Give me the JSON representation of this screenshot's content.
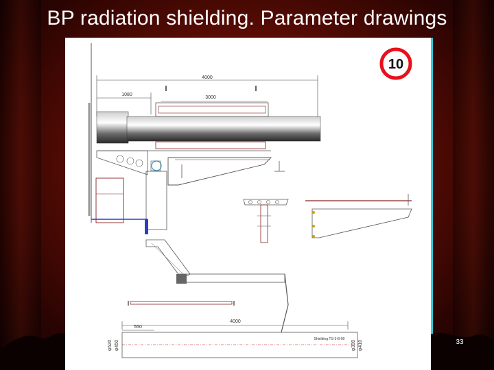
{
  "slide": {
    "title": "BP radiation shielding. Parameter drawings",
    "page_number": "33"
  },
  "drawing": {
    "speed_sign": "10",
    "dimensions": {
      "overall_width": "4000",
      "left_offset": "1080",
      "inner_span": "3000",
      "bottom_length": "4000",
      "bottom_offset": "550",
      "diameter_outer_left": "φ520",
      "diameter_inner_left": "φ450",
      "diameter_outer_right": "φ410",
      "diameter_inner_right": "φ330"
    },
    "part_note": "Shielding TS-3-B-00"
  },
  "colors": {
    "background": "#5a0c04",
    "title_text": "#ffffff",
    "panel": "#ffffff",
    "panel_edge": "#37c8d8",
    "sign_ring": "#e8101a"
  }
}
